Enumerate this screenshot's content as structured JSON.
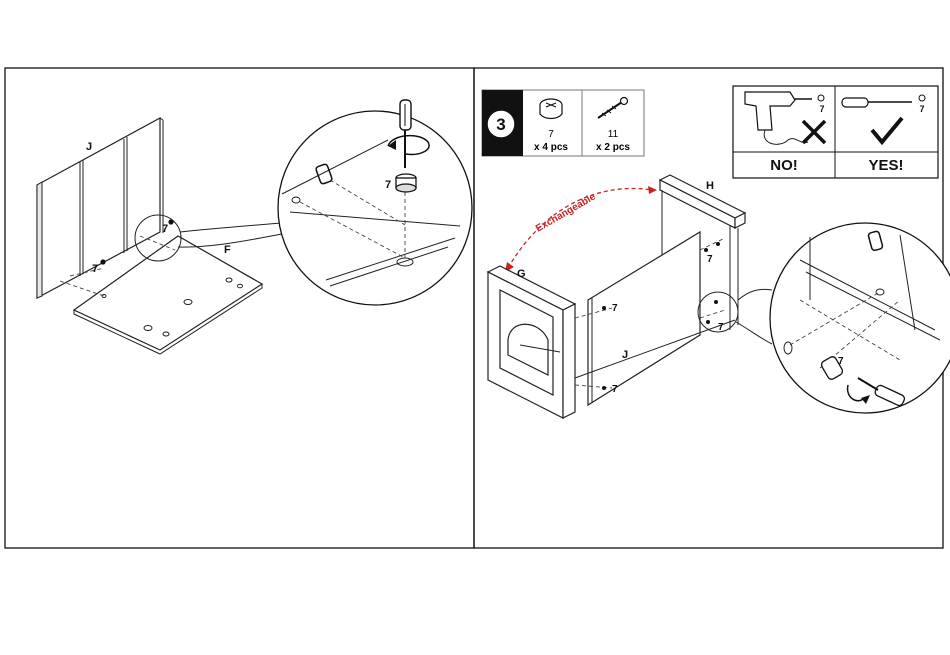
{
  "step": {
    "number": "3"
  },
  "hardware": [
    {
      "id": "7",
      "qty": "x 4 pcs",
      "icon": "cam-lock-icon"
    },
    {
      "id": "11",
      "qty": "x 2 pcs",
      "icon": "screw-icon"
    }
  ],
  "tool_guide": {
    "part_id": "7",
    "no_label": "NO!",
    "yes_label": "YES!"
  },
  "left_diagram": {
    "panel_labels": [
      "J",
      "F"
    ],
    "part_callouts": [
      "7",
      "7"
    ],
    "zoom_callout": "7"
  },
  "right_diagram": {
    "exchangeable_label": "Exchangeable",
    "panel_labels": [
      "H",
      "G",
      "J"
    ],
    "part_callouts": [
      "7",
      "7",
      "7",
      "7"
    ],
    "zoom_callout": "7"
  },
  "colors": {
    "accent_red": "#cc2222",
    "step_badge": "#111111"
  }
}
